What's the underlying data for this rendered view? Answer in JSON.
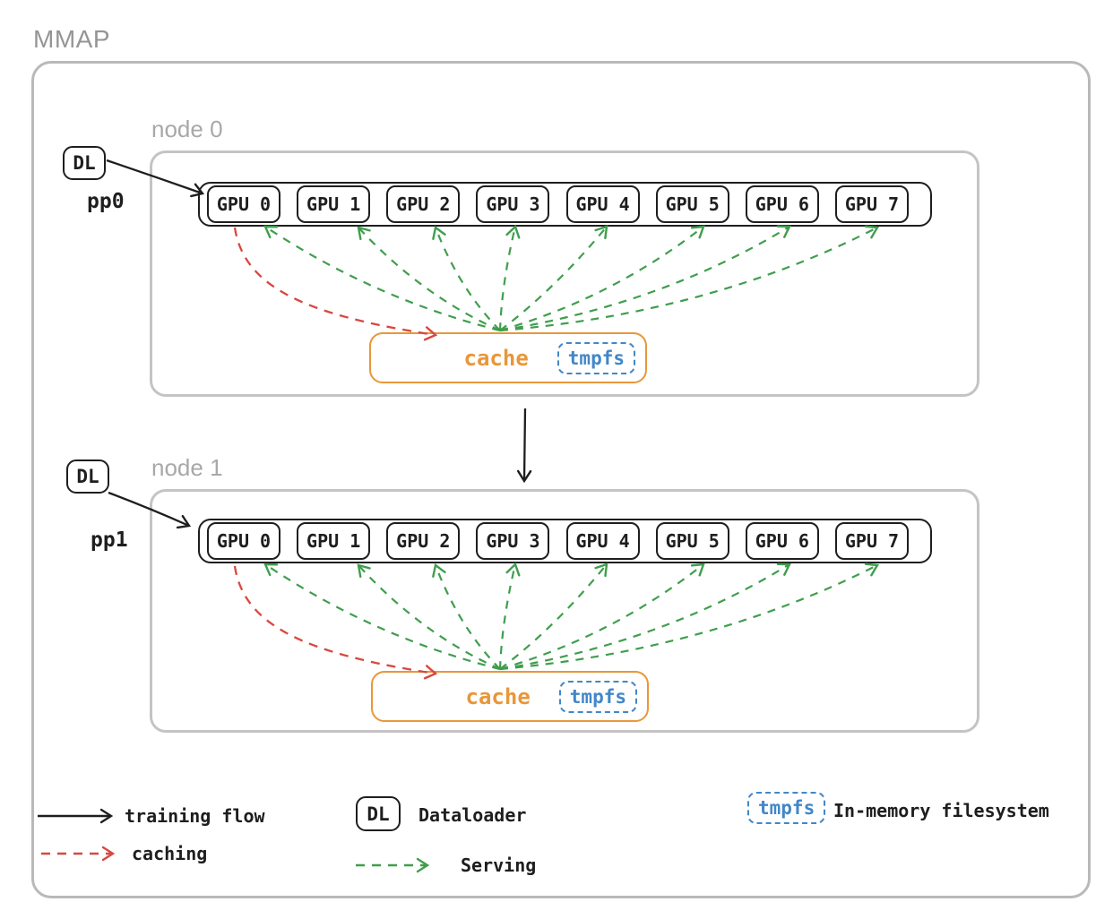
{
  "title": "MMAP",
  "nodes": [
    {
      "label": "node 0",
      "dl_label": "DL",
      "pp_label": "pp0",
      "gpus": [
        "GPU 0",
        "GPU 1",
        "GPU 2",
        "GPU 3",
        "GPU 4",
        "GPU 5",
        "GPU 6",
        "GPU 7"
      ],
      "cache_label": "cache",
      "tmpfs_label": "tmpfs"
    },
    {
      "label": "node 1",
      "dl_label": "DL",
      "pp_label": "pp1",
      "gpus": [
        "GPU 0",
        "GPU 1",
        "GPU 2",
        "GPU 3",
        "GPU 4",
        "GPU 5",
        "GPU 6",
        "GPU 7"
      ],
      "cache_label": "cache",
      "tmpfs_label": "tmpfs"
    }
  ],
  "legend": {
    "training_flow_label": "training flow",
    "caching_label": "caching",
    "dataloader_box_label": "DL",
    "dataloader_label": "Dataloader",
    "serving_label": "Serving",
    "tmpfs_box_label": "tmpfs",
    "tmpfs_label": "In-memory filesystem"
  },
  "colors": {
    "training_flow": "#1e1e1e",
    "caching": "#d8483f",
    "serving": "#3f9e4d",
    "cache_accent": "#e8973a",
    "tmpfs_accent": "#4287c8",
    "frame_gray": "#b9b9b9",
    "label_gray": "#a0a0a0"
  }
}
